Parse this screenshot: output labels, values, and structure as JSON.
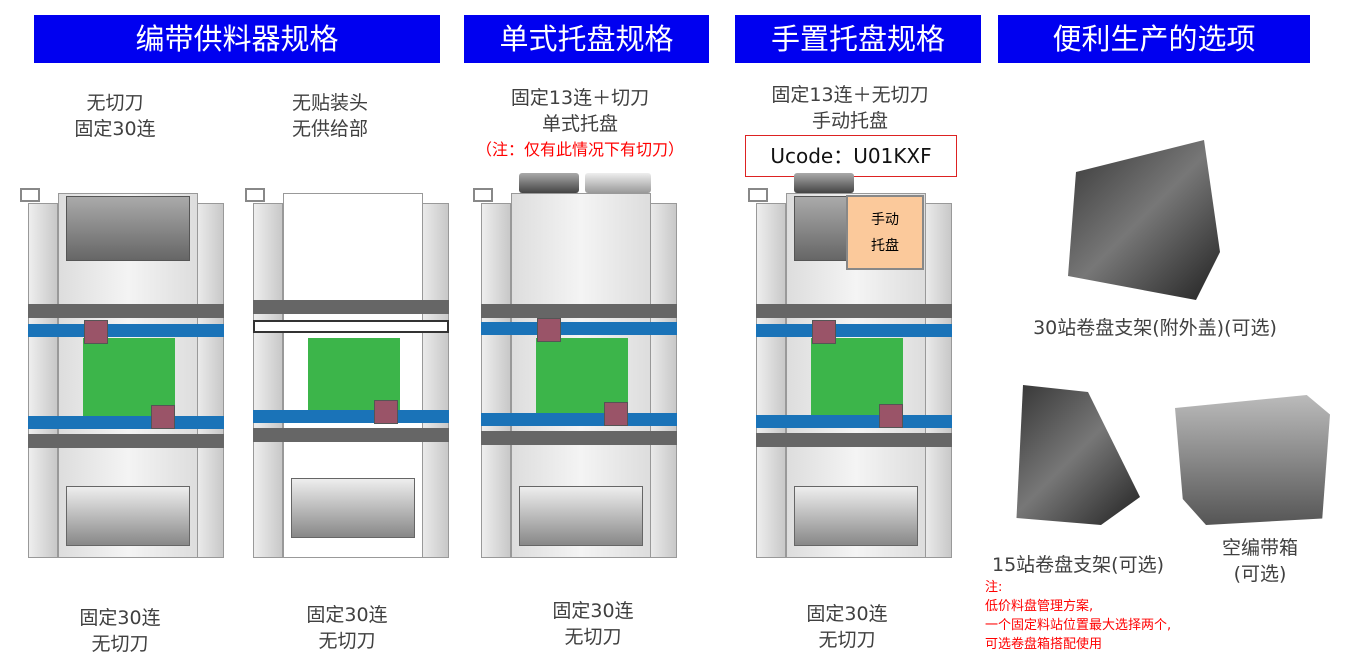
{
  "headers": [
    "编带供料器规格",
    "单式托盘规格",
    "手置托盘规格",
    "便利生产的选项"
  ],
  "tape": {
    "top1": [
      "无切刀",
      "固定30连"
    ],
    "top2": [
      "无贴装头",
      "无供给部"
    ],
    "bottom1": [
      "固定30连",
      "无切刀"
    ],
    "bottom2": [
      "固定30连",
      "无切刀"
    ]
  },
  "single_tray": {
    "top": [
      "固定13连＋切刀",
      "单式托盘"
    ],
    "note": "（注：仅有此情况下有切刀）",
    "bottom": [
      "固定30连",
      "无切刀"
    ]
  },
  "manual_tray": {
    "top": [
      "固定13连＋无切刀",
      "手动托盘"
    ],
    "ucode": "Ucode：U01KXF",
    "tray_label": [
      "手动",
      "托盘"
    ],
    "bottom": [
      "固定30连",
      "无切刀"
    ]
  },
  "options": {
    "rack30": "30站卷盘支架(附外盖)(可选)",
    "rack15": "15站卷盘支架(可选)",
    "box": [
      "空编带箱",
      "(可选)"
    ],
    "note": [
      "注:",
      "低价料盘管理方案,",
      "一个固定料站位置最大选择两个,",
      "可选卷盘箱搭配使用"
    ]
  },
  "colors": {
    "header": "#0000f0",
    "blue_bar": "#1a73b8",
    "green": "#3cb54a",
    "note": "#ff0000"
  }
}
